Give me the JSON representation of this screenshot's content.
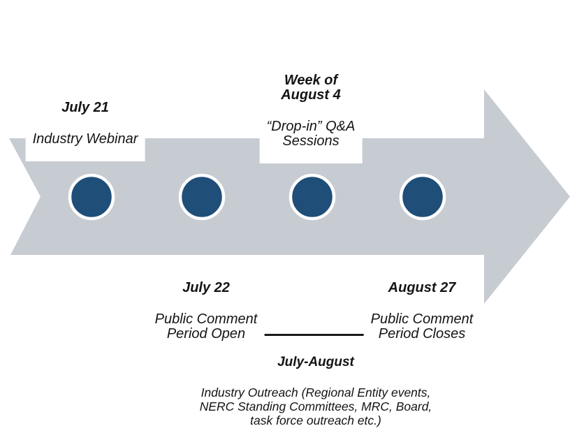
{
  "diagram": {
    "events_top": [
      {
        "date": "July 21",
        "desc": "Industry Webinar"
      },
      {
        "date": "Week of\nAugust 4",
        "desc": "“Drop-in” Q&A\nSessions"
      }
    ],
    "events_bottom": [
      {
        "date": "July 22",
        "desc": "Public Comment\nPeriod Open"
      },
      {
        "date": "August 27",
        "desc": "Public Comment\nPeriod Closes"
      }
    ],
    "bracket": {
      "title": "July-August",
      "desc": "Industry Outreach (Regional Entity events,\nNERC Standing Committees, MRC, Board,\ntask force outreach etc.)"
    }
  },
  "colors": {
    "arrow": "#c7cbd2",
    "dot": "#1f4e79",
    "dot_ring": "#ffffff",
    "text": "#141414"
  }
}
